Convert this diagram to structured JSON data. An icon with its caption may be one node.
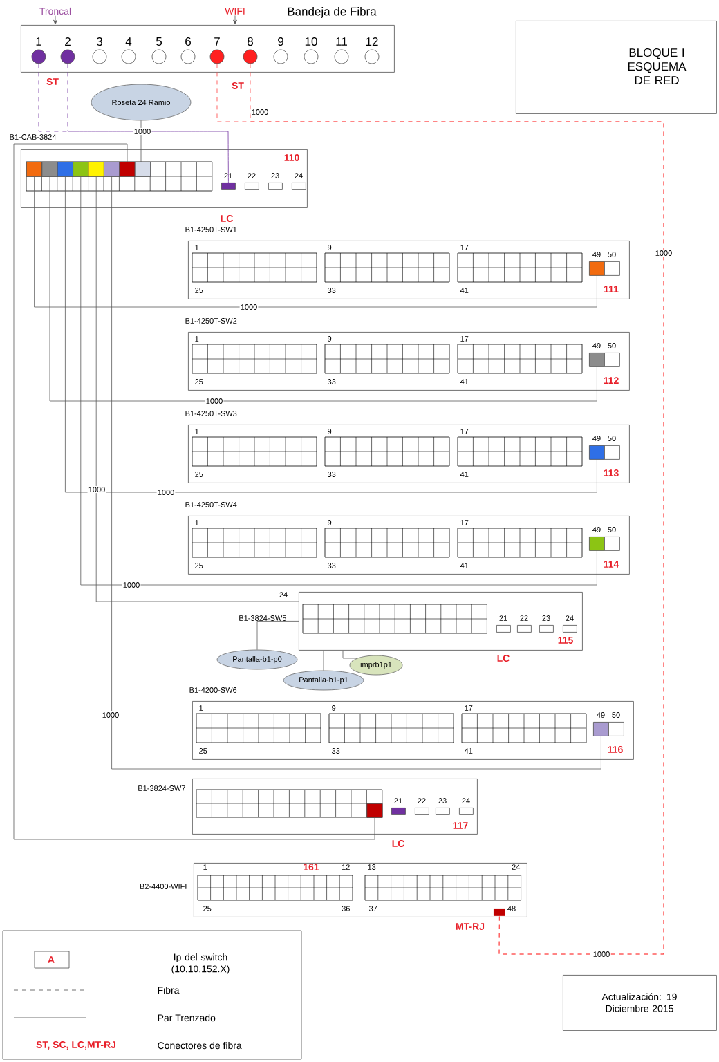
{
  "diagram": {
    "nodes": [
      {
        "text": [
          "Bandeja de Fibra"
        ]
      },
      {
        "text": [
          "1"
        ],
        "in": 0
      },
      {
        "text": [
          "2"
        ],
        "in": 0
      },
      {
        "text": [
          "3"
        ],
        "in": 0
      },
      {
        "text": [
          "4"
        ],
        "in": 0
      },
      {
        "text": [
          "5"
        ],
        "in": 0
      },
      {
        "text": [
          "6"
        ],
        "in": 0
      },
      {
        "text": [
          "7"
        ],
        "in": 0
      },
      {
        "text": [
          "8"
        ],
        "in": 0
      },
      {
        "text": [
          "9"
        ],
        "in": 0
      },
      {
        "text": [
          "10"
        ],
        "in": 0
      },
      {
        "text": [
          "11"
        ],
        "in": 0
      },
      {
        "text": [
          "12"
        ],
        "in": 0
      },
      {
        "text": [
          "Troncal"
        ]
      },
      {
        "text": [
          "WIFI"
        ]
      },
      {
        "text": [
          "BLOQUE I ESQUEMA DE RED"
        ]
      },
      {
        "text": [
          "Roseta 24 Ramio"
        ]
      },
      {
        "text": [
          "B1-CAB-3824",
          "110"
        ]
      },
      {
        "text": [],
        "shape": "box",
        "in": 17
      },
      {
        "text": [],
        "shape": "box",
        "in": 17
      },
      {
        "text": [],
        "shape": "box",
        "in": 17
      },
      {
        "text": [],
        "shape": "box",
        "in": 17
      },
      {
        "text": [],
        "shape": "box",
        "in": 17
      },
      {
        "text": [],
        "shape": "box",
        "in": 17
      },
      {
        "text": [],
        "shape": "box",
        "in": 17
      },
      {
        "text": [],
        "shape": "box",
        "in": 17
      },
      {
        "text": [
          "21"
        ],
        "in": 17
      },
      {
        "text": [
          "22"
        ],
        "in": 17
      },
      {
        "text": [
          "23"
        ],
        "in": 17
      },
      {
        "text": [
          "24"
        ],
        "in": 17
      },
      {
        "text": [
          "B1-4250T-SW1",
          "1",
          "9",
          "17",
          "25",
          "33",
          "41",
          "111"
        ]
      },
      {
        "text": [
          "49"
        ],
        "in": 30
      },
      {
        "text": [
          "50"
        ],
        "in": 30
      },
      {
        "text": [
          "B1-4250T-SW2",
          "1",
          "9",
          "17",
          "25",
          "33",
          "41",
          "112"
        ]
      },
      {
        "text": [
          "49"
        ],
        "in": 33
      },
      {
        "text": [
          "50"
        ],
        "in": 33
      },
      {
        "text": [
          "B1-4250T-SW3",
          "1",
          "9",
          "17",
          "25",
          "33",
          "41",
          "113"
        ]
      },
      {
        "text": [
          "49"
        ],
        "in": 36
      },
      {
        "text": [
          "50"
        ],
        "in": 36
      },
      {
        "text": [
          "B1-4250T-SW4",
          "1",
          "9",
          "17",
          "25",
          "33",
          "41",
          "114"
        ]
      },
      {
        "text": [
          "49"
        ],
        "in": 39
      },
      {
        "text": [
          "50"
        ],
        "in": 39
      },
      {
        "text": [
          "B1-3824-SW5",
          "115"
        ]
      },
      {
        "text": [
          "21"
        ],
        "in": 42
      },
      {
        "text": [
          "22"
        ],
        "in": 42
      },
      {
        "text": [
          "23"
        ],
        "in": 42
      },
      {
        "text": [
          "24"
        ],
        "in": 42
      },
      {
        "text": [
          "Pantalla-b1-p0"
        ]
      },
      {
        "text": [
          "Pantalla-b1-p1"
        ]
      },
      {
        "text": [
          "imprb1p1"
        ]
      },
      {
        "text": [
          "B1-4200-SW6",
          "1",
          "9",
          "17",
          "25",
          "33",
          "41",
          "116"
        ]
      },
      {
        "text": [
          "49"
        ],
        "in": 50
      },
      {
        "text": [
          "50"
        ],
        "in": 50
      },
      {
        "text": [
          "B1-3824-SW7",
          "117"
        ]
      },
      {
        "text": [],
        "shape": "box",
        "in": 53
      },
      {
        "text": [
          "21"
        ],
        "in": 53
      },
      {
        "text": [
          "22"
        ],
        "in": 53
      },
      {
        "text": [
          "23"
        ],
        "in": 53
      },
      {
        "text": [
          "24"
        ],
        "in": 53
      },
      {
        "text": [
          "B2-4400-WIFI",
          "1",
          "12",
          "13",
          "24",
          "25",
          "36",
          "37",
          "161"
        ]
      },
      {
        "text": [
          "48"
        ],
        "in": 59
      },
      {
        "text": [
          "Actualización: 19 Diciembre 2015"
        ]
      }
    ],
    "edges": [
      {
        "from": 13,
        "to": 0,
        "arrow": "to"
      },
      {
        "from": 14,
        "to": 0,
        "arrow": "to"
      },
      {
        "from": 1,
        "to": 26,
        "arrow": "none",
        "label": "1000",
        "style": "dashed",
        "color": "#7030a0"
      },
      {
        "from": 2,
        "to": 26,
        "arrow": "none",
        "style": "dashed",
        "color": "#7030a0"
      },
      {
        "from": 7,
        "to": 60,
        "arrow": "none",
        "label": "1000",
        "style": "dashed",
        "color": "#ff4040"
      },
      {
        "from": 8,
        "to": 60,
        "arrow": "none",
        "style": "dashed",
        "color": "#ff4040"
      },
      {
        "from": 16,
        "to": 25,
        "arrow": "none"
      },
      {
        "from": 24,
        "to": 54,
        "arrow": "none"
      },
      {
        "from": 18,
        "to": 31,
        "arrow": "none",
        "label": "1000"
      },
      {
        "from": 19,
        "to": 34,
        "arrow": "none",
        "label": "1000"
      },
      {
        "from": 20,
        "to": 37,
        "arrow": "none",
        "label": "1000"
      },
      {
        "from": 21,
        "to": 40,
        "arrow": "none",
        "label": "1000"
      },
      {
        "from": 22,
        "to": 42,
        "arrow": "none",
        "label": "24"
      },
      {
        "from": 23,
        "to": 51,
        "arrow": "none",
        "label": "1000"
      },
      {
        "from": 47,
        "to": 42,
        "arrow": "none"
      },
      {
        "from": 48,
        "to": 42,
        "arrow": "none"
      },
      {
        "from": 49,
        "to": 42,
        "arrow": "none"
      }
    ],
    "labels": [
      "ST",
      "ST",
      "1000",
      "LC",
      "1000",
      "1000",
      "LC",
      "LC",
      "MT-RJ",
      "A",
      "ST, SC, LC,MT-RJ"
    ],
    "legend": [
      {
        "text": "Ip del switch (10.10.152.X)"
      },
      {
        "text": "Fibra"
      },
      {
        "text": "Par Trenzado"
      },
      {
        "text": "Conectores de fibra"
      }
    ]
  }
}
